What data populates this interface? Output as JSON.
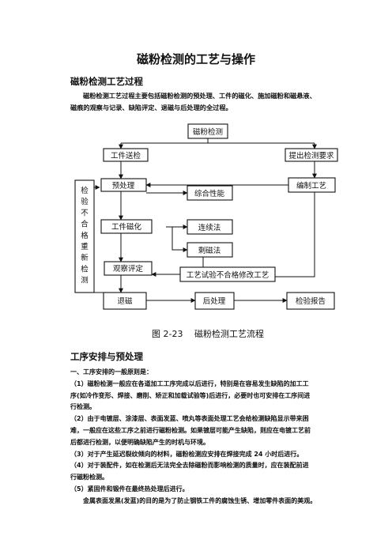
{
  "title": "磁粉检测的工艺与操作",
  "section1": {
    "heading": "磁粉检测工艺过程",
    "intro_l1": "磁粉检测工艺过程主要包括磁粉检测的预处理、工件的磁化、施加磁粉和磁悬液、",
    "intro_l2": "磁痕的观察与记录、缺陷评定、退磁与后处理的全过程。"
  },
  "flow": {
    "n_top": "磁粉检测",
    "n_workpiece": "工件送检",
    "n_requirements": "提出检测要求",
    "n_pretreat": "预处理",
    "n_composite": "综合性能",
    "n_procedure": "编制工艺",
    "n_magnetize": "工件磁化",
    "n_continuous": "连续法",
    "n_residual": "剩磁法",
    "n_observe": "观察评定",
    "n_unqualified": "工艺试验不合格修改工艺",
    "n_demag": "退磁",
    "n_posttreat": "后处理",
    "n_report": "检验报告",
    "n_recheck_chars": [
      "检",
      "验",
      "不",
      "合",
      "格",
      "重",
      "新",
      "检",
      "测"
    ],
    "caption_num": "图 2-23",
    "caption_text": "磁粉检测工艺流程"
  },
  "section2": {
    "heading": "工序安排与预处理",
    "sub": "一、工序安排的一般原则是：",
    "items": [
      "（1）磁粉检测一般应在各道加工工序完成以后进行，特别是在容易发生缺陷的加工工",
      "序(如冷作变形、焊接、磨削、矫正和加载试验等)后进行，必要时也可安排在工序间进",
      "行检测。",
      "（2）由于电镀层、涂漆层、表面发蓝、喷丸等表面处理工艺会给检测缺陷显示带来困",
      "难，一般应在这些工序之前进行磁粉检测。如果镀层可能产生缺陷，则应在电镀工艺前",
      "后都进行检测，以便明确缺陷产生的时机与环境。",
      "（3）对于产生延迟裂纹倾向的材料，磁粉检测应安排在焊接完成 24 小时后进行。",
      "（4）对于装配件，如在检测后无法完全去除磁粉而影响检测的质量时，应在装配前进",
      "行磁粉检测。",
      "（5）紧固件和锻件在最终热处理后进行。",
      "金属表面发黑(发蓝)的目的是为了防止钢铁工件的腐蚀生锈、增加零件表面的美观。"
    ]
  }
}
